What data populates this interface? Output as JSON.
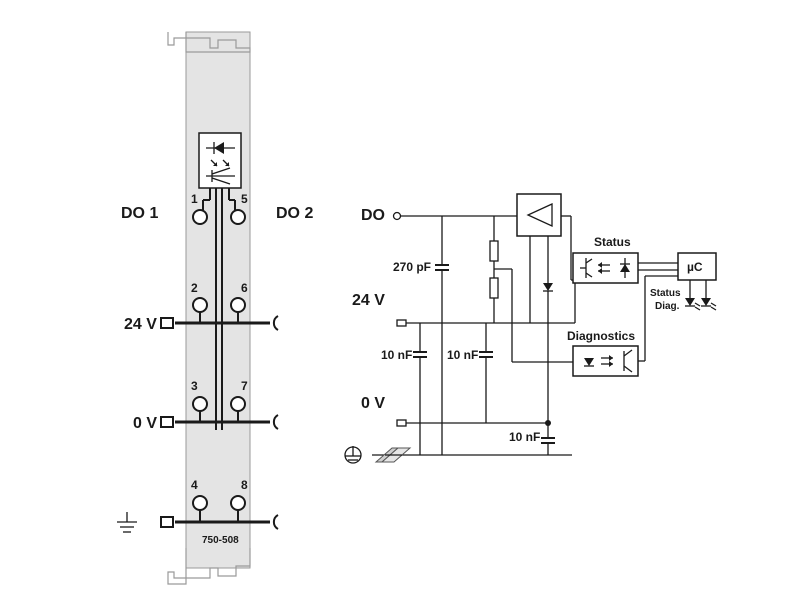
{
  "module": {
    "label_do1": "DO 1",
    "label_do2": "DO 2",
    "label_24v": "24 V",
    "label_0v": "0 V",
    "part_number": "750-508",
    "terminal_numbers": [
      "1",
      "2",
      "3",
      "4",
      "5",
      "6",
      "7",
      "8"
    ],
    "ground_icon": "ground-icon"
  },
  "schematic": {
    "label_do": "DO",
    "label_24v": "24 V",
    "label_0v": "0 V",
    "cap_270pf": "270 pF",
    "cap_10nf_a": "10 nF",
    "cap_10nf_b": "10 nF",
    "cap_10nf_c": "10 nF",
    "label_status": "Status",
    "label_diagnostics": "Diagnostics",
    "label_uc": "µC",
    "label_status_small": "Status",
    "label_diag_small": "Diag.",
    "icons": [
      "amplifier-icon",
      "optocoupler-icon",
      "led-icon",
      "diode-icon",
      "resistor-icon",
      "capacitor-icon",
      "protective-earth-icon",
      "din-rail-icon"
    ]
  }
}
